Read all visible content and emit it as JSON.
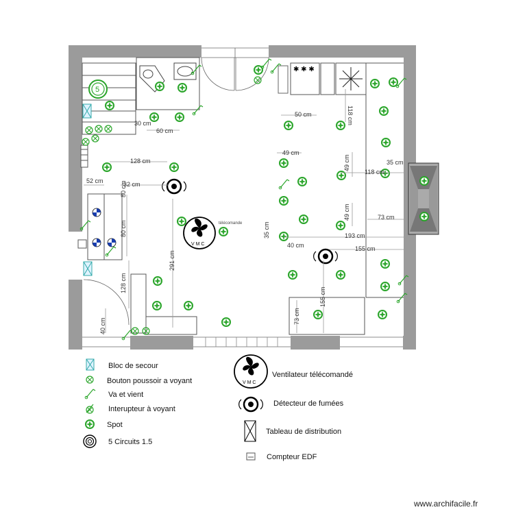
{
  "plan": {
    "dimensions": {
      "d_50": "50 cm",
      "d_118_top": "118 cm",
      "d_30": "30 cm",
      "d_60": "60 cm",
      "d_49_a": "49 cm",
      "d_49_b": "49 cm",
      "d_49_c": "49 cm",
      "d_118_right": "118 cm",
      "d_35_right": "35 cm",
      "d_128_top": "128 cm",
      "d_52": "52 cm",
      "d_32": "32 cm",
      "d_80_a": "80 cm",
      "d_80_b": "80 cm",
      "d_73_right": "73 cm",
      "d_35_center": "35 cm",
      "d_193": "193 cm",
      "d_40_mid": "40 cm",
      "d_155_h": "155 cm",
      "d_291": "291 cm",
      "d_128_left": "128 cm",
      "d_155_v": "155 cm",
      "d_73_bottom": "73 cm",
      "d_40_left": "40 cm"
    },
    "vmc_label": "V M C",
    "telecommande_label": "télécomande",
    "circuit_number": "5"
  },
  "legend": {
    "left": [
      {
        "icon": "emergency-light-icon",
        "label": "Bloc de secour"
      },
      {
        "icon": "push-button-icon",
        "label": "Bouton poussoir a voyant"
      },
      {
        "icon": "two-way-switch-icon",
        "label": "Va et vient"
      },
      {
        "icon": "indicator-switch-icon",
        "label": "Interupteur à voyant"
      },
      {
        "icon": "spot-icon",
        "label": "Spot"
      },
      {
        "icon": "circuits-icon",
        "label": "5 Circuits 1.5"
      }
    ],
    "right": [
      {
        "icon": "vmc-fan-icon",
        "label": "Ventilateur télécomandé"
      },
      {
        "icon": "smoke-detector-icon",
        "label": "Détecteur de fumées"
      },
      {
        "icon": "distribution-panel-icon",
        "label": "Tableau de distribution"
      },
      {
        "icon": "edf-meter-icon",
        "label": "Compteur EDF"
      }
    ]
  },
  "footer": {
    "watermark": "www.archifacile.fr"
  },
  "colors": {
    "wall": "#9b9b9b",
    "spot_green": "#2aa52a",
    "line": "#555555"
  }
}
